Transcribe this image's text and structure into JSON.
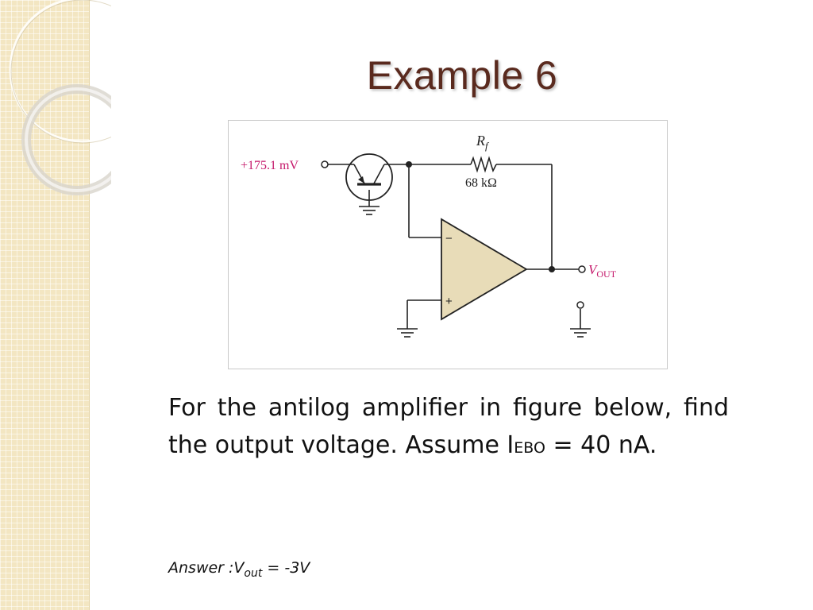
{
  "slide": {
    "title": "Example 6"
  },
  "circuit": {
    "input_label": "+175.1 mV",
    "resistor_name": "R",
    "resistor_sub": "f",
    "resistor_value": "68 kΩ",
    "inverting_sign": "−",
    "noninverting_sign": "+",
    "output_name": "V",
    "output_sub": "OUT"
  },
  "problem": {
    "text_before": "For the antilog amplifier in figure below, find the output voltage. Assume I",
    "sub": "EBO",
    "text_after": " = 40 nA."
  },
  "answer": {
    "prefix": "Answer :V",
    "sub": "out",
    "suffix": " = -3V"
  },
  "colors": {
    "title": "#5a2a1e",
    "opamp_fill": "#e8dcb8",
    "input_label": "#c4176a",
    "strip": "#f3e6c2"
  }
}
